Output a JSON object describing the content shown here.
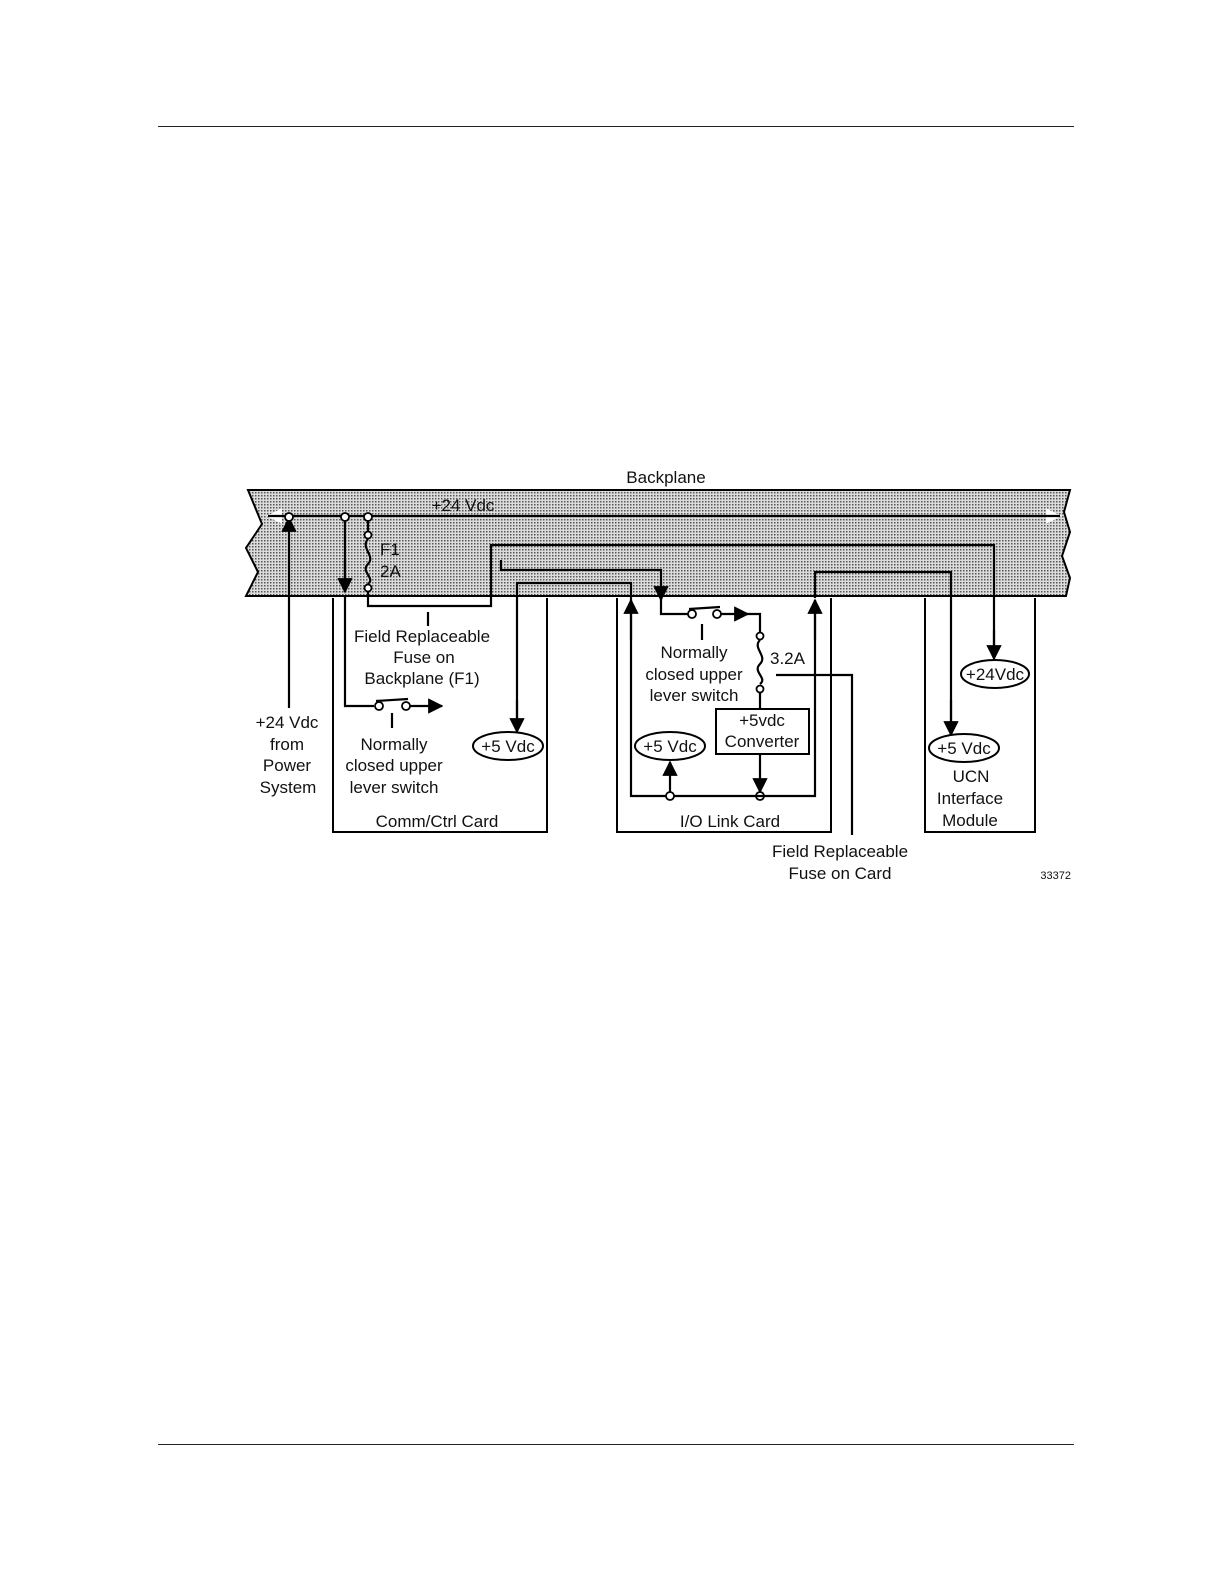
{
  "labels": {
    "backplane": "Backplane",
    "bus_voltage": "+24 Vdc",
    "fuse_f1_name": "F1",
    "fuse_f1_rating": "2A",
    "fuse_card_rating": "3.2A",
    "field_fuse_backplane": [
      "Field Replaceable",
      "Fuse on",
      "Backplane (F1)"
    ],
    "power_in": [
      "+24 Vdc",
      "from",
      "Power",
      "System"
    ],
    "switch_comm": [
      "Normally",
      "closed upper",
      "lever switch"
    ],
    "switch_io": [
      "Normally",
      "closed upper",
      "lever switch"
    ],
    "comm_5v": "+5 Vdc",
    "io_5v": "+5 Vdc",
    "converter": [
      "+5vdc",
      "Converter"
    ],
    "ucn_24v": "+24Vdc",
    "ucn_5v": "+5 Vdc",
    "ucn_module": [
      "UCN",
      "Interface",
      "Module"
    ],
    "comm_card": "Comm/Ctrl Card",
    "io_card": "I/O Link Card",
    "field_fuse_card": [
      "Field Replaceable",
      "Fuse on Card"
    ],
    "figure_number": "33372"
  }
}
